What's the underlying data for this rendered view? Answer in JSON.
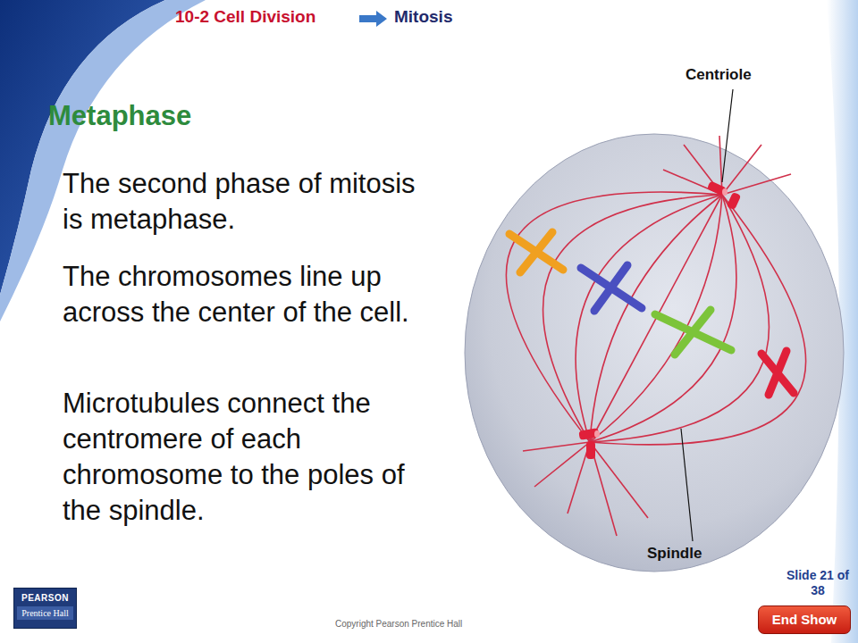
{
  "diagram": {
    "title": "Metaphase",
    "nodes": [
      {
        "text": [
          "PEARSON",
          "Prentice Hall"
        ]
      },
      {
        "text": [
          "End Show"
        ]
      }
    ],
    "labels": [
      "10-2 Cell Division",
      "Mitosis",
      "The second phase of mitosis is metaphase.",
      "The chromosomes line up across the center of the cell.",
      "Microtubules connect the centromere of each chromosome to the poles of the spindle.",
      "Centriole",
      "Spindle",
      "Slide 21 of 38",
      "Copyright Pearson Prentice Hall"
    ]
  }
}
